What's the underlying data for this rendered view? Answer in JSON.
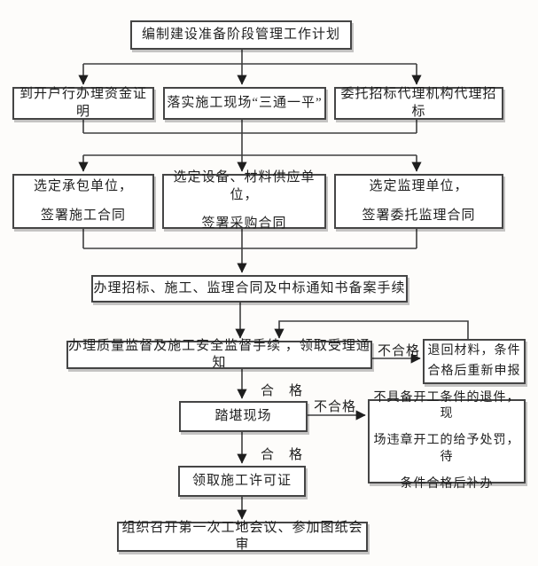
{
  "diagram": {
    "nodes": {
      "plan": {
        "label": "编制建设准备阶段管理工作计划"
      },
      "fund_proof": {
        "label": "到开户行办理资金证明"
      },
      "site_ready": {
        "label": "落实施工现场“三通一平”"
      },
      "tender_agency": {
        "label": "委托招标代理机构代理招标"
      },
      "contractor": {
        "lines": [
          "选定承包单位，",
          "签署施工合同"
        ]
      },
      "supplier": {
        "lines": [
          "选定设备、材料供应单位，",
          "签署采购合同"
        ]
      },
      "supervisor": {
        "lines": [
          "选定监理单位，",
          "签署委托监理合同"
        ]
      },
      "filing": {
        "label": "办理招标、施工、监理合同及中标通知书备案手续"
      },
      "quality_safety": {
        "label": "办理质量监督及施工安全监督手续 ，领取受理通知"
      },
      "return_materials": {
        "lines": [
          "退回材料，条件",
          "合格后重新申报"
        ]
      },
      "site_visit": {
        "label": "踏堪现场"
      },
      "not_qualified_handling": {
        "lines": [
          "不具备开工条件的退件，现",
          "场违章开工的给予处罚，待",
          "条件合格后补办"
        ]
      },
      "permit": {
        "label": "领取施工许可证"
      },
      "first_meeting": {
        "label": "组织召开第一次工地会议、参加图纸会审"
      }
    },
    "edge_labels": {
      "pass": "合　格",
      "fail": "不合格"
    },
    "colors": {
      "box_border": "#454545",
      "box_fill": "#ffffff",
      "line": "#3f3f3f",
      "arrow": "#1e1e1e",
      "text": "#1f1f1f",
      "background": "#fdfcfa"
    }
  }
}
